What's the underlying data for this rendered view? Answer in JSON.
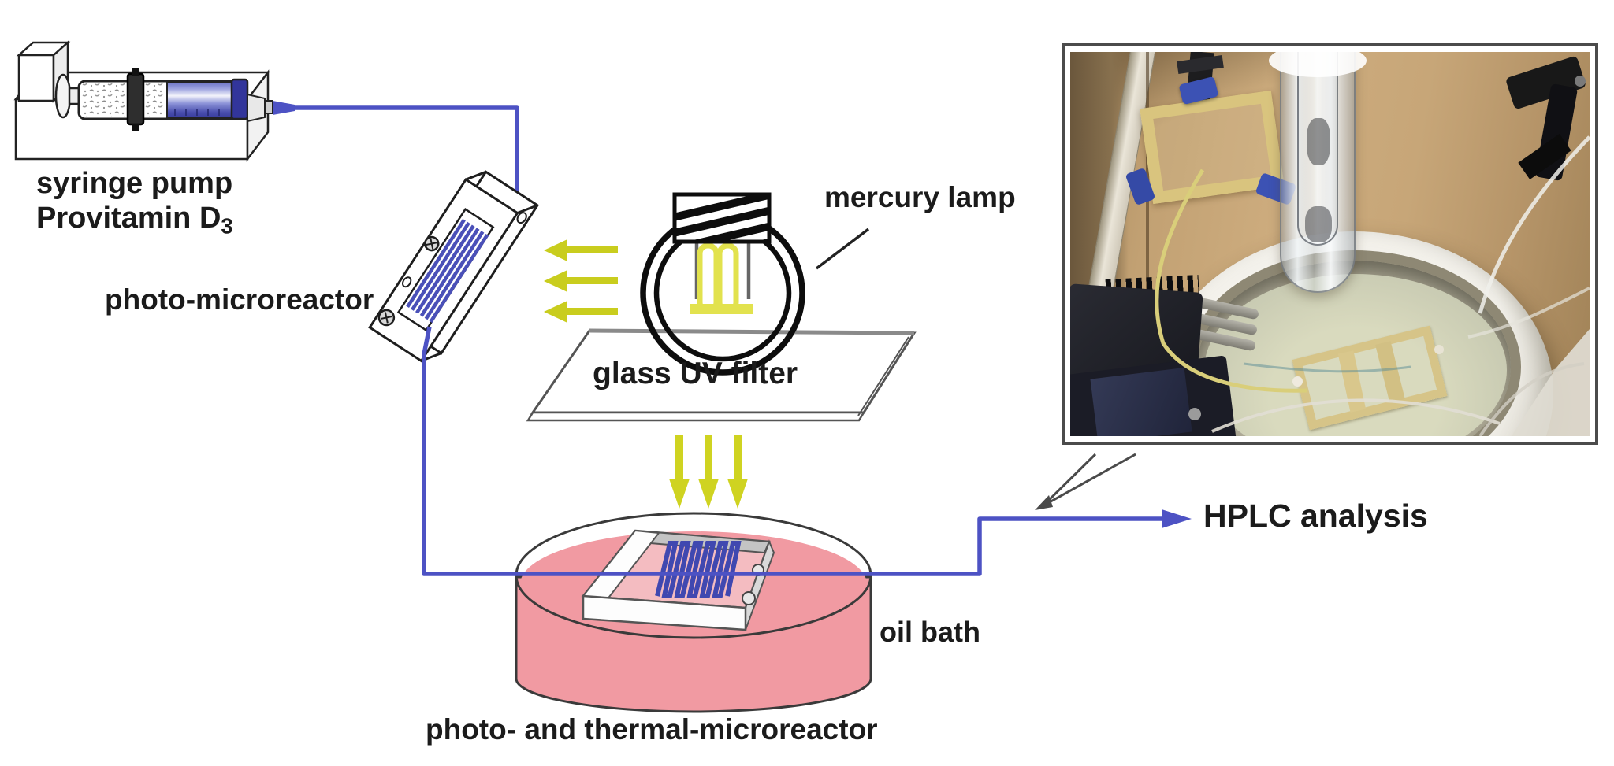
{
  "figure": {
    "type": "experimental-setup-schematic",
    "labels": {
      "syringe_pump": "syringe pump",
      "provitamin": {
        "text": "Provitamin D",
        "subscript": "3"
      },
      "photo_microreactor": "photo-microreactor",
      "mercury_lamp": "mercury lamp",
      "glass_uv_filter": "glass UV filter",
      "oil_bath": "oil bath",
      "photo_thermal_microreactor": "photo- and thermal-microreactor",
      "hplc_analysis": "HPLC analysis"
    },
    "arrows": {
      "uv_left_count": 3,
      "uv_down_count": 3
    },
    "colors": {
      "tubing_blue": "#4d52c4",
      "uv_arrow_yellow": "#c9cd1e",
      "lamp_filament_yellow": "#e2e24e",
      "oil_bath_pink": "#f19aa2",
      "label_text": "#1b1b1b",
      "callout_gray": "#4a4a4a",
      "photo_backdrop_tan": "#c8a87a"
    }
  }
}
